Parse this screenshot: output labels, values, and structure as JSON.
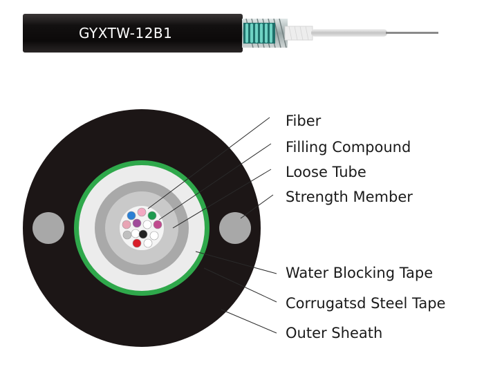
{
  "cable": {
    "model": "GYXTW-12B1"
  },
  "labels": {
    "fiber": "Fiber",
    "filling_compound": "Filling Compound",
    "loose_tube": "Loose Tube",
    "strength_member": "Strength Member",
    "water_blocking_tape": "Water Blocking Tape",
    "corrugated_steel_tape": "Corrugatsd Steel Tape",
    "outer_sheath": "Outer Sheath"
  },
  "colors": {
    "sheath": "#1c1616",
    "steel_tape": "#2fa84b",
    "water_blocking": "#ececec",
    "loose_tube": "#a9a9a9",
    "filling": "#c9c9c9",
    "strength_member": "#a8a8a8",
    "fiber_colors": [
      "#2b7fd4",
      "#f3a9c2",
      "#1e9a4f",
      "#e8a5b5",
      "#a04b9a",
      "#ffffff",
      "#c04a8e",
      "#bfbfbf",
      "#ffffff",
      "#222222",
      "#ffffff",
      "#d81f2a",
      "#ffffff"
    ]
  }
}
